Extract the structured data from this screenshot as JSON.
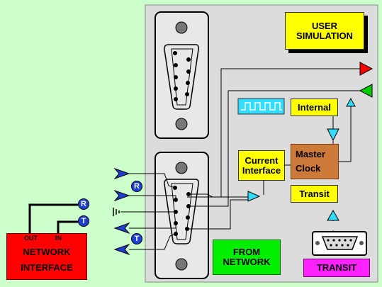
{
  "labels": {
    "user_simulation": [
      "USER",
      "SIMULATION"
    ],
    "internal": "Internal",
    "current_interface": [
      "Current",
      "Interface"
    ],
    "master_clock": [
      "Master",
      "Clock"
    ],
    "transit_small": "Transit",
    "from_network": [
      "FROM",
      "NETWORK"
    ],
    "transit_big": "TRANSIT",
    "network_interface": [
      "NETWORK",
      "INTERFACE"
    ],
    "out": "OUT",
    "in": "IN",
    "r": "R",
    "t": "T"
  },
  "colors": {
    "background": "#ccffcc",
    "panel": "#dcdcdc",
    "yellow": "#ffff00",
    "master_clock": "#cc7a3a",
    "from_network": "#00ee00",
    "transit": "#ff22ff",
    "network_interface": "#ff0000",
    "arrow_red": "#ff0000",
    "arrow_green": "#00cc00",
    "cyan": "#33ddff",
    "blue": "#1d3fd6"
  }
}
